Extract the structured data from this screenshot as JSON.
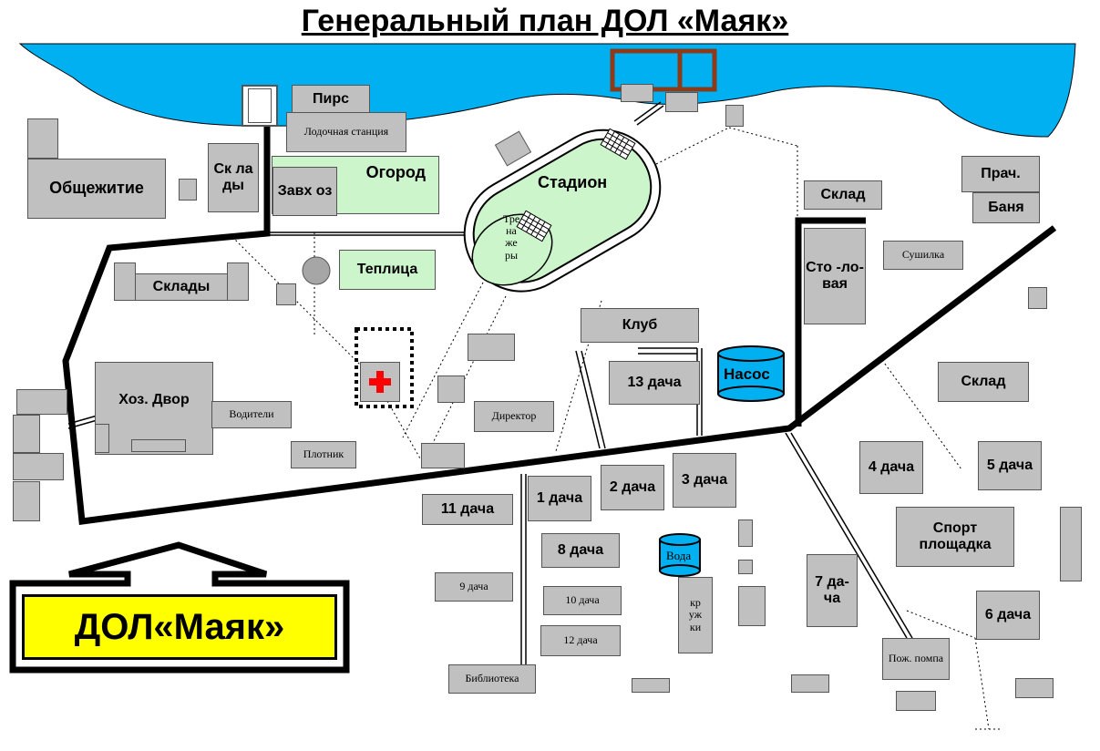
{
  "title": "Генеральный план ДОЛ «Маяк»",
  "logo": "ДОЛ«Маяк»",
  "colors": {
    "water": "#00b0f0",
    "green": "#ccf5cc",
    "building": "#c0c0c0",
    "logo_bg": "#ffff00",
    "cross": "#ff0000"
  },
  "icons": {
    "first_aid": "red-cross-icon"
  },
  "labels": {
    "pier": "Пирс",
    "boat_station": "Лодочная станция",
    "warehouses_v": "Ск ла ды",
    "dormitory": "Общежитие",
    "supply": "Завх оз",
    "garden": "Огород",
    "stadium": "Стадион",
    "gym": "Тре на же ры",
    "greenhouse": "Теплица",
    "warehouses": "Склады",
    "yard": "Хоз. Двор",
    "drivers": "Водители",
    "carpenter": "Плотник",
    "director": "Директор",
    "club": "Клуб",
    "pump": "Насос",
    "dacha13": "13 дача",
    "warehouse1": "Склад",
    "laundry": "Прач.",
    "bath": "Баня",
    "canteen": "Сто -ло- вая",
    "dryer": "Сушилка",
    "warehouse2": "Склад",
    "dacha4": "4 дача",
    "dacha5": "5 дача",
    "sport": "Спорт площадка",
    "dacha6": "6 дача",
    "dacha7": "7 да- ча",
    "fire_pump": "Пож. помпа",
    "dacha1": "1 дача",
    "dacha2": "2 дача",
    "dacha3": "3 дача",
    "dacha11": "11 дача",
    "dacha8": "8 дача",
    "water": "Вода",
    "dacha9": "9 дача",
    "dacha10": "10 дача",
    "dacha12": "12 дача",
    "clubs": "кр уж ки",
    "library": "Библиотека"
  }
}
